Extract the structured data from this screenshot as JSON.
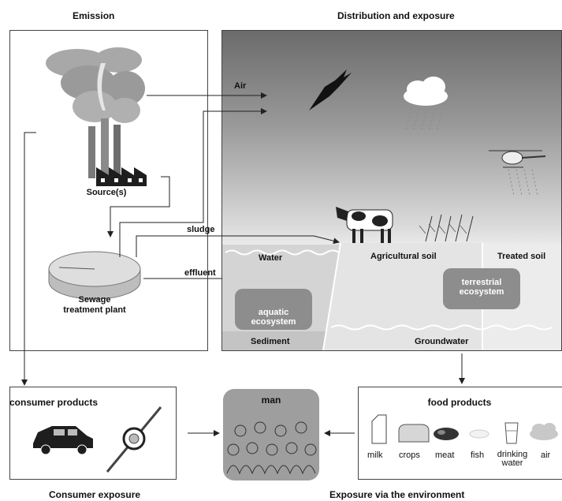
{
  "headers": {
    "emission": "Emission",
    "distribution": "Distribution and exposure",
    "consumer_exposure": "Consumer exposure",
    "environment_exposure": "Exposure via the environment"
  },
  "emission_panel": {
    "sources_label": "Source(s)",
    "stp_label_line1": "Sewage",
    "stp_label_line2": "treatment plant"
  },
  "flows": {
    "air": "Air",
    "sludge": "sludge",
    "effluent": "effluent"
  },
  "environment": {
    "water": "Water",
    "agricultural_soil": "Agricultural soil",
    "treated_soil": "Treated soil",
    "sediment": "Sediment",
    "groundwater": "Groundwater",
    "aquatic_line1": "aquatic",
    "aquatic_line2": "ecosystem",
    "terrestrial_line1": "terrestrial",
    "terrestrial_line2": "ecosystem"
  },
  "consumer_products": {
    "title": "consumer products"
  },
  "man": {
    "title": "man"
  },
  "food_products": {
    "title": "food products",
    "items": [
      "milk",
      "crops",
      "meat",
      "fish",
      "drinking",
      "air"
    ],
    "drinking_line2": "water"
  },
  "colors": {
    "panel_border": "#444444",
    "eco_box": "#8d8d8d",
    "sky_dark": "#6b6b6b",
    "water": "#d9d9d9"
  }
}
